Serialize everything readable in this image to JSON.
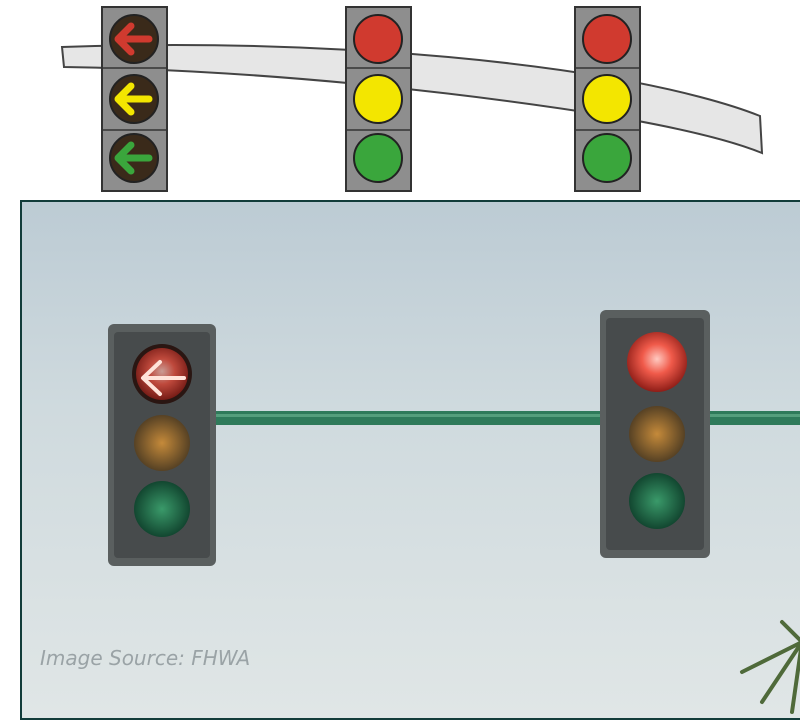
{
  "diagram": {
    "signals": [
      {
        "type": "left-turn-arrows",
        "lenses": [
          "red",
          "yellow",
          "green"
        ]
      },
      {
        "type": "ball",
        "lenses": [
          "red",
          "yellow",
          "green"
        ]
      },
      {
        "type": "ball",
        "lenses": [
          "red",
          "yellow",
          "green"
        ]
      }
    ],
    "colors": {
      "red": "#d03a2f",
      "yellow": "#f3e600",
      "green": "#3aa63c",
      "housing": "#8e8e8e",
      "arm": "#e6e6e6",
      "arrow_bg": "#3a2a1a"
    }
  },
  "photo": {
    "caption": "Image Source: FHWA",
    "signals": [
      {
        "type": "left-turn-arrow",
        "active": "red-arrow"
      },
      {
        "type": "ball",
        "active": "red-ball"
      }
    ],
    "colors": {
      "pole": "#2f7a5a",
      "housing": "#5a5f5f"
    }
  }
}
